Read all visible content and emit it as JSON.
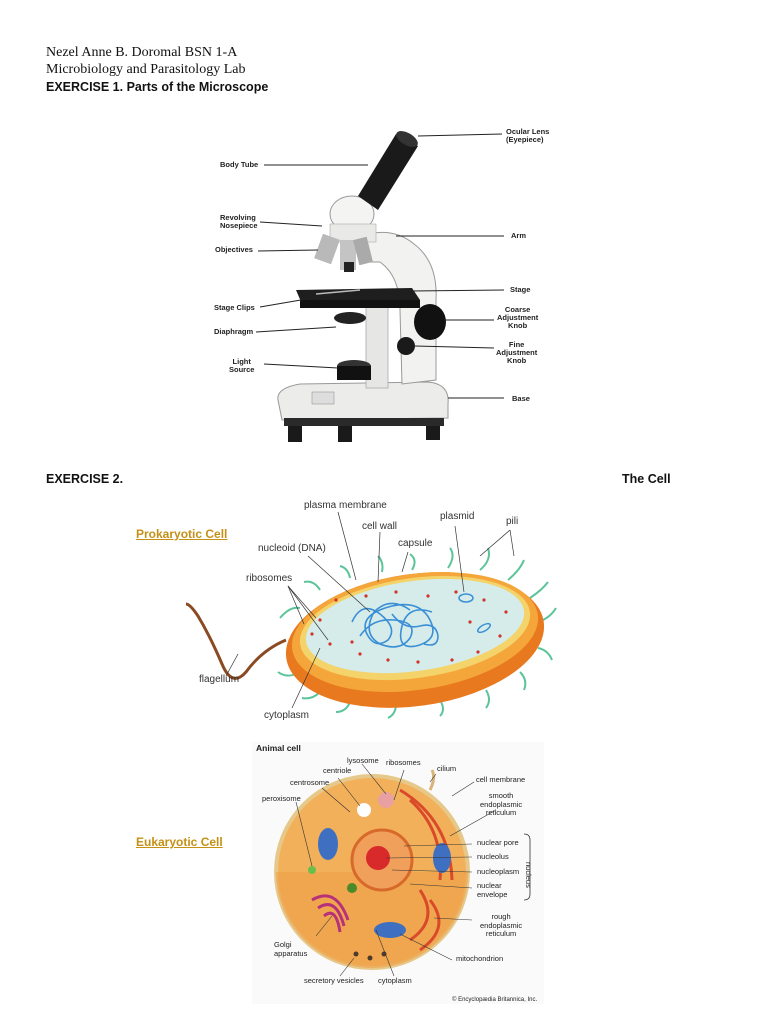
{
  "header": {
    "line1": "Nezel Anne B. Doromal   BSN 1-A",
    "line2": "Microbiology and Parasitology Lab",
    "line3": "EXERCISE 1. Parts of the Microscope"
  },
  "microscope": {
    "labels": {
      "ocular": "Ocular Lens\n(Eyepiece)",
      "body_tube": "Body Tube",
      "nosepiece": "Revolving\nNosepiece",
      "objectives": "Objectives",
      "arm": "Arm",
      "stage": "Stage",
      "stage_clips": "Stage Clips",
      "coarse": "Coarse\nAdjustment\nKnob",
      "diaphragm": "Diaphragm",
      "fine": "Fine\nAdjustment\nKnob",
      "light": "Light\nSource",
      "base": "Base"
    }
  },
  "exercise2": {
    "title": "EXERCISE 2.",
    "right_title": "The Cell",
    "prokaryotic_link": "Prokaryotic Cell",
    "eukaryotic_link": "Eukaryotic Cell"
  },
  "prokaryote": {
    "labels": {
      "plasma_membrane": "plasma membrane",
      "plasmid": "plasmid",
      "cell_wall": "cell wall",
      "pili": "pili",
      "capsule": "capsule",
      "nucleoid": "nucleoid (DNA)",
      "ribosomes": "ribosomes",
      "flagellum": "flagellum",
      "cytoplasm": "cytoplasm"
    }
  },
  "animal_cell": {
    "title": "Animal cell",
    "labels": {
      "lysosome": "lysosome",
      "ribosomes": "ribosomes",
      "centriole": "centriole",
      "cilium": "cilium",
      "centrosome": "centrosome",
      "cell_membrane": "cell membrane",
      "peroxisome": "peroxisome",
      "smooth_er": "smooth\nendoplasmic\nreticulum",
      "nuclear_pore": "nuclear pore",
      "nucleolus": "nucleolus",
      "nucleoplasm": "nucleoplasm",
      "nuclear_envelope": "nuclear\nenvelope",
      "nucleus": "nucleus",
      "rough_er": "rough\nendoplasmic\nreticulum",
      "golgi": "Golgi\napparatus",
      "mitochondrion": "mitochondrion",
      "secretory": "secretory vesicles",
      "cytoplasm": "cytoplasm"
    },
    "credit": "© Encyclopædia Britannica, Inc."
  },
  "colors": {
    "link": "#c49016",
    "cell_wall": "#e8791e",
    "cytoplasm_fill": "#d6ecea",
    "dna": "#3a8fd6",
    "pili": "#5cc49a",
    "animal_fill": "#f3b05a"
  }
}
